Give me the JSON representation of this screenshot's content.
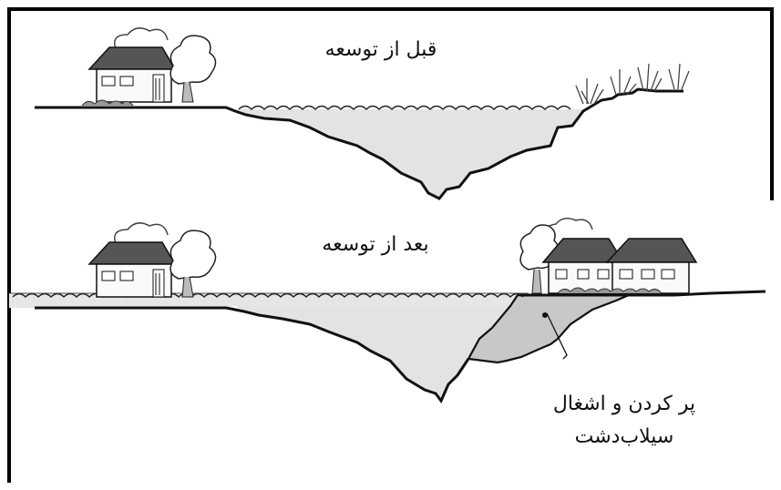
{
  "labels": {
    "before": "قبل از توسعه",
    "after": "بعد از توسعه",
    "fill_line1": "پر کردن و اشغال",
    "fill_line2": "سیلاب‌دشت"
  },
  "colors": {
    "water": "#e3e3e3",
    "fill": "#c8c8c8",
    "stroke": "#111111"
  }
}
